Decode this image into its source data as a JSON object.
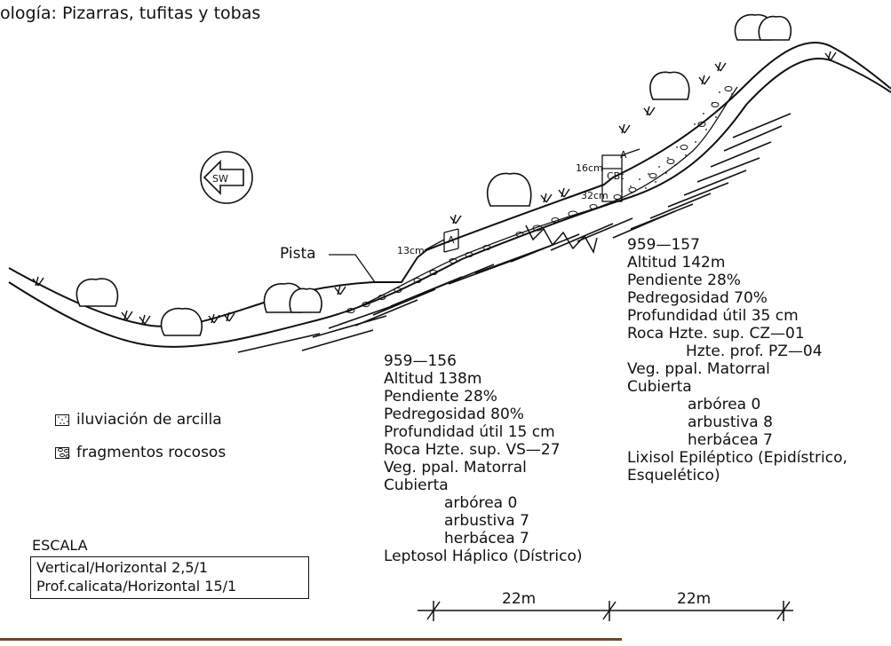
{
  "title": "ología: Pizarras, tufitas y tobas",
  "compass": {
    "label": "SW"
  },
  "road_label": "Pista",
  "horizons": {
    "a_left": "A",
    "a_right": "A",
    "cbt": "CBt",
    "depth_13": "13cm",
    "depth_16": "16cm",
    "depth_32": "32cm"
  },
  "profile_156": [
    "959—156",
    "Altitud 138m",
    "Pendiente 28%",
    "Pedregosidad 80%",
    "Profundidad útil 15 cm",
    "Roca Hzte. sup. VS—27",
    "Veg. ppal. Matorral",
    "Cubierta",
    "arbórea 0",
    "arbustiva 7",
    "herbácea 7",
    "Leptosol Háplico (Dístrico)"
  ],
  "profile_157": [
    "959—157",
    "Altitud 142m",
    "Pendiente 28%",
    "Pedregosidad 70%",
    "Profundidad útil 35 cm",
    "Roca Hzte. sup. CZ—01",
    "Hzte. prof. PZ—04",
    "Veg. ppal. Matorral",
    "Cubierta",
    "arbórea 0",
    "arbustiva 8",
    "herbácea 7",
    "Lixisol Epiléptico (Epidístrico,",
    "Esquelético)"
  ],
  "legend": {
    "items": [
      {
        "label": "iluviación de arcilla",
        "pattern": "dots"
      },
      {
        "label": "fragmentos rocosos",
        "pattern": "rocks"
      }
    ]
  },
  "scale": {
    "title": "ESCALA",
    "lines": [
      "Vertical/Horizontal 2,5/1",
      "Prof.calicata/Horizontal 15/1"
    ]
  },
  "distances": [
    "22m",
    "22m"
  ],
  "colors": {
    "ink": "#111111",
    "footer": "#6b4a2b"
  }
}
